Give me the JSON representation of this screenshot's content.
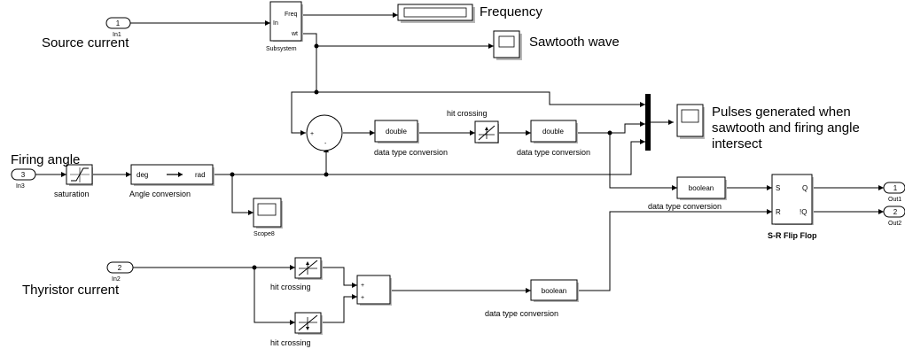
{
  "ports": {
    "in1": {
      "number": "1",
      "name": "In1"
    },
    "in3": {
      "number": "3",
      "name": "In3"
    },
    "in2": {
      "number": "2",
      "name": "In2"
    },
    "out1": {
      "number": "1",
      "name": "Out1"
    },
    "out2": {
      "number": "2",
      "name": "Out2"
    }
  },
  "annotations": {
    "source_current": "Source current",
    "firing_angle": "Firing angle",
    "thyristor_current": "Thyristor current",
    "frequency": "Frequency",
    "sawtooth_wave": "Sawtooth wave",
    "pulses_line1": "Pulses generated when",
    "pulses_line2": "sawtooth and firing angle",
    "pulses_line3": "intersect"
  },
  "blocks": {
    "subsystem": {
      "name": "Subsystem",
      "in_port": "In",
      "out_freq": "Freq",
      "out_wt": "wt"
    },
    "saturation": {
      "name": "saturation"
    },
    "angle_conversion": {
      "name": "Angle conversion",
      "from": "deg",
      "to": "rad"
    },
    "scope8": {
      "name": "Scope8"
    },
    "sum": {
      "sign_plus": "+",
      "sign_minus": "-"
    },
    "dtc1": {
      "text": "double",
      "name": "data type conversion"
    },
    "hit_top": {
      "name": "hit crossing"
    },
    "dtc2": {
      "text": "double",
      "name": "data type conversion"
    },
    "dtc_bool1": {
      "text": "boolean",
      "name": "data type conversion"
    },
    "sr_flipflop": {
      "name": "S-R Flip Flop",
      "s": "S",
      "r": "R",
      "q": "Q",
      "nq": "!Q"
    },
    "hit_mid": {
      "name": "hit crossing"
    },
    "hit_bot": {
      "name": "hit crossing"
    },
    "sum2": {
      "sign_plus1": "+",
      "sign_plus2": "+"
    },
    "dtc_bool2": {
      "text": "boolean",
      "name": "data type conversion"
    }
  }
}
